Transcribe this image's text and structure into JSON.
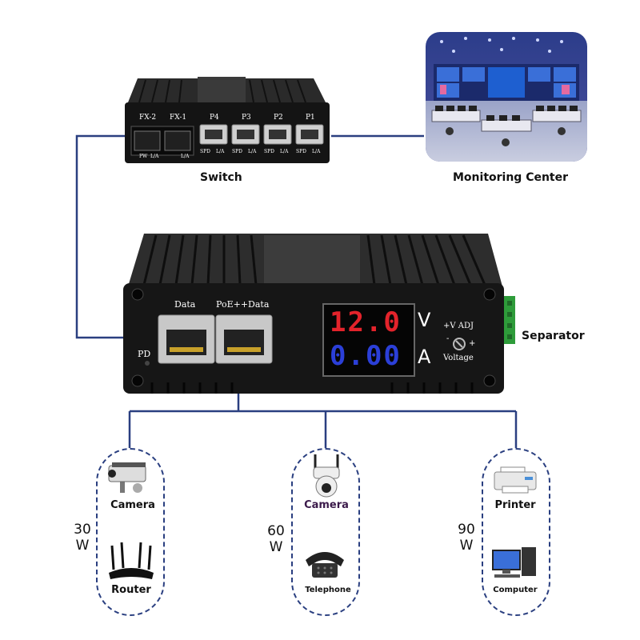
{
  "labels": {
    "switch": "Switch",
    "monitoring_center": "Monitoring Center",
    "separator": "Separator"
  },
  "switch_device": {
    "fiber_ports": [
      "FX-2",
      "FX-1"
    ],
    "fiber_sub_labels": [
      "PW",
      "L/A",
      "L/A"
    ],
    "rj45_ports": [
      "P4",
      "P3",
      "P2",
      "P1"
    ],
    "rj45_sub_labels": [
      "SPD",
      "L/A",
      "SPD",
      "L/A",
      "SPD",
      "L/A",
      "SPD",
      "L/A"
    ]
  },
  "splitter_device": {
    "port_data_label": "Data",
    "port_poe_label": "PoE++Data",
    "pd_label": "PD",
    "voltage_display": "12.0",
    "current_display": "0.00",
    "voltage_unit": "V",
    "current_unit": "A",
    "adj_label": "+V ADJ",
    "voltage_label": "Voltage",
    "minus": "-",
    "plus": "+"
  },
  "groups": [
    {
      "watt_num": "30",
      "watt_unit": "W",
      "top_device": "Camera",
      "bottom_device": "Router"
    },
    {
      "watt_num": "60",
      "watt_unit": "W",
      "top_device": "Camera",
      "bottom_device": "Telephone"
    },
    {
      "watt_num": "90",
      "watt_unit": "W",
      "top_device": "Printer",
      "bottom_device": "Computer"
    }
  ],
  "colors": {
    "line": "#2a3f80",
    "device_body": "#1a1a1a",
    "voltage_digits": "#e3232b",
    "current_digits": "#2b3fd8",
    "camera_2_label": "#3b1a4a",
    "terminal_green": "#2e9c3a"
  }
}
